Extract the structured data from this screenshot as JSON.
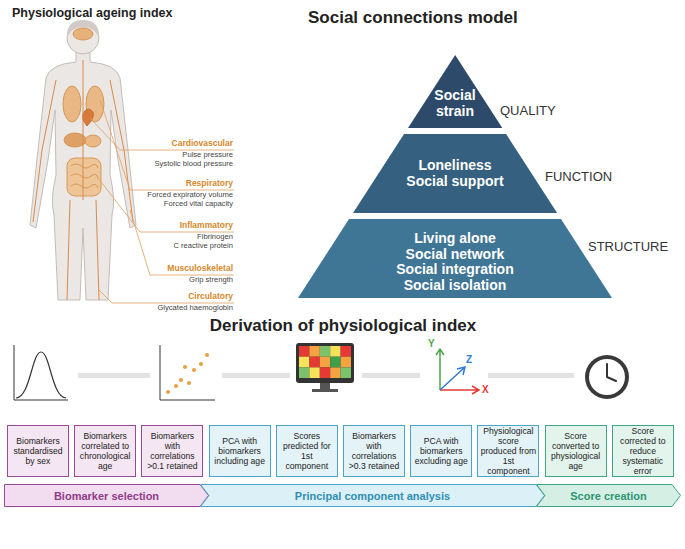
{
  "diagram": {
    "nodes": [
      {
        "text": [
          "Social strain"
        ]
      },
      {
        "text": [
          "Loneliness",
          "Social support"
        ]
      },
      {
        "text": [
          "Living alone",
          "Social network",
          "Social integration",
          "Social isolation"
        ]
      },
      {
        "text": [
          "Biomarkers standardised by sex"
        ]
      },
      {
        "text": [
          "Biomarkers correlated to chronological age"
        ]
      },
      {
        "text": [
          "Biomarkers with correlations >0.1 retained"
        ]
      },
      {
        "text": [
          "PCA with biomarkers including age"
        ]
      },
      {
        "text": [
          "Scores predicted for 1st component"
        ]
      },
      {
        "text": [
          "Biomarkers with correlations >0.3 retained"
        ]
      },
      {
        "text": [
          "PCA with biomarkers excluding age"
        ]
      },
      {
        "text": [
          "Physiological score produced from 1st component"
        ]
      },
      {
        "text": [
          "Score converted to physiological age"
        ]
      },
      {
        "text": [
          "Score corrected to reduce systematic error"
        ]
      },
      {
        "text": [
          "Biomarker selection"
        ]
      },
      {
        "text": [
          "Principal component analysis"
        ]
      },
      {
        "text": [
          "Score creation"
        ]
      }
    ],
    "labels": [
      "Physiological ageing index",
      "Cardiovascular",
      "Pulse pressure",
      "Systolic blood pressure",
      "Respiratory",
      "Forced expiratory volume",
      "Forced vital capacity",
      "Inflammatory",
      "Fibrinogen",
      "C reactive protein",
      "Musculoskeletal",
      "Grip strength",
      "Circulatory",
      "Glycated haemoglobin",
      "Social connections model",
      "QUALITY",
      "FUNCTION",
      "STRUCTURE",
      "Derivation of physiological index",
      "Y",
      "Z",
      "X"
    ]
  }
}
